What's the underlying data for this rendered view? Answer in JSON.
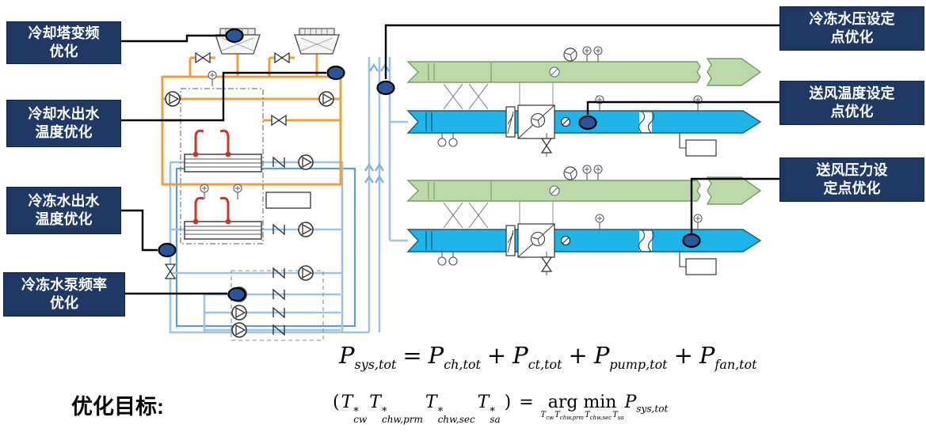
{
  "colors": {
    "callout_box_bg": "#1F3864",
    "callout_text": "#FFFFFF",
    "marker_fill": "#2B579A",
    "callout_line": "#000000",
    "condenser_pipe": "#E9A13B",
    "refrigerant_pipe": "#C0392B",
    "chilled_pipe_primary": "#9DC3E6",
    "chilled_pipe_secondary": "#5B9BD5",
    "return_duct": "#BCD9A9",
    "supply_duct": "#1FB4EA"
  },
  "callouts": [
    {
      "id": "cooling-tower-vfd",
      "line1": "冷却塔变频",
      "line2": "优化"
    },
    {
      "id": "condenser-water-outlet-temp",
      "line1": "冷却水出水",
      "line2": "温度优化"
    },
    {
      "id": "chilled-water-outlet-temp",
      "line1": "冷冻水出水",
      "line2": "温度优化"
    },
    {
      "id": "chw-pump-frequency",
      "line1": "冷冻水泵频率",
      "line2": "优化"
    },
    {
      "id": "chw-pressure-setpoint",
      "line1": "冷冻水压设定",
      "line2": "点优化"
    },
    {
      "id": "supply-air-temp-setpoint",
      "line1": "送风温度设定",
      "line2": "点优化"
    },
    {
      "id": "supply-air-pressure-setpoint",
      "line1": "送风压力设",
      "line2": "定点优化"
    }
  ],
  "objective_label": "优化目标:",
  "formula1": {
    "tokens": [
      {
        "b": "P",
        "sub": "sys,tot"
      },
      {
        "v": "="
      },
      {
        "b": "P",
        "sub": "ch,tot"
      },
      {
        "v": "+"
      },
      {
        "b": "P",
        "sub": "ct,tot"
      },
      {
        "v": "+"
      },
      {
        "b": "P",
        "sub": "pump,tot"
      },
      {
        "v": "+"
      },
      {
        "b": "P",
        "sub": "fan,tot"
      }
    ]
  },
  "formula2": {
    "open": "(",
    "vars": [
      {
        "b": "T",
        "sup": "*",
        "sub": "cw"
      },
      {
        "b": "T",
        "sup": "*",
        "sub": "chw,prm"
      },
      {
        "b": "T",
        "sup": "*",
        "sub": "chw,sec"
      },
      {
        "b": "T",
        "sup": "*",
        "sub": "sa"
      }
    ],
    "close": ")",
    "eq": "=",
    "argmin": "arg min",
    "argmin_subs": [
      {
        "b": "T",
        "sub": "cw"
      },
      {
        "b": "T",
        "sub": "chw,prm"
      },
      {
        "b": "T",
        "sub": "chw,sec"
      },
      {
        "b": "T",
        "sub": "sa"
      }
    ],
    "rhs": {
      "b": "P",
      "sub": "sys,tot"
    }
  }
}
